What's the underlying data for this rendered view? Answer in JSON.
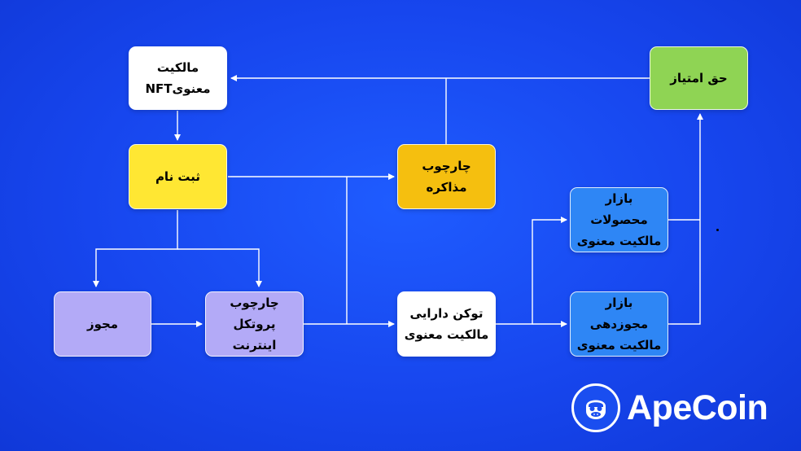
{
  "colors": {
    "background": "#1746ee",
    "white_node": "#ffffff",
    "yellow_node": "#ffe733",
    "amber_node": "#f5bf0f",
    "purple_node": "#b3aaf7",
    "blue_node": "#2e86f5",
    "green_node": "#8fd454",
    "edge": "#ffffff"
  },
  "nodes": {
    "nft_ip": {
      "label": "مالکیت معنویNFT"
    },
    "registration": {
      "label": "ثبت نام"
    },
    "negotiation_framework": {
      "label": "چارچوب مذاکره"
    },
    "royalty": {
      "label": "حق امتیاز"
    },
    "license": {
      "label": "مجوز"
    },
    "protocol_framework": {
      "label": "چارچوب پروتکل\nاینترنت"
    },
    "ip_asset_token": {
      "label": "توکن دارایی\nمالکیت معنوی"
    },
    "ip_product_market": {
      "label": "بازار محصولات\nمالکیت معنوی"
    },
    "ip_licensing_market": {
      "label": "بازار مجوزدهی\nمالکیت معنوی"
    }
  },
  "logo": {
    "text": "ApeCoin",
    "icon": "ape-skull-icon"
  }
}
